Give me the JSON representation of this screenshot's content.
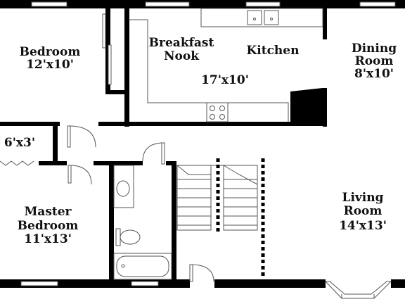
{
  "rooms": {
    "bedroom": {
      "name": "Bedroom",
      "size": "12'x10'"
    },
    "breakfast_nook": {
      "line1": "Breakfast",
      "line2": "Nook"
    },
    "kitchen": {
      "name": "Kitchen",
      "size": "17'x10'"
    },
    "dining_room": {
      "line1": "Dining",
      "line2": "Room",
      "size": "8'x10'"
    },
    "closet": {
      "size": "6'x3'"
    },
    "master_bedroom": {
      "line1": "Master",
      "line2": "Bedroom",
      "size": "11'x13'"
    },
    "living_room": {
      "line1": "Living",
      "line2": "Room",
      "size": "14'x13'"
    }
  },
  "colors": {
    "wall": "#000000",
    "fixture_stroke": "#555555",
    "background": "#ffffff"
  }
}
